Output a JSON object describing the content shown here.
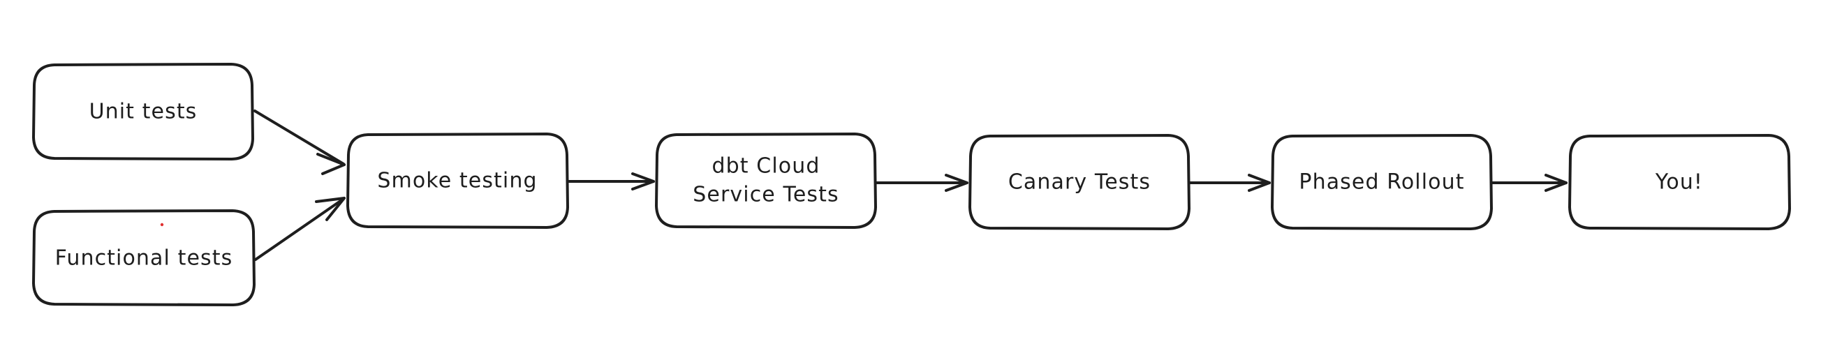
{
  "diagram": {
    "title": "Testing and release pipeline flow",
    "background_color": "#ffffff",
    "stroke_color": "#1e1e1e",
    "accent_color": "#e03131",
    "style": "hand-drawn rounded rectangles with arrows",
    "nodes": [
      {
        "id": "unit-tests",
        "label": "Unit tests",
        "line1": "Unit tests",
        "line2": ""
      },
      {
        "id": "functional-tests",
        "label": "Functional tests",
        "line1": "Functional tests",
        "line2": ""
      },
      {
        "id": "smoke-testing",
        "label": "Smoke testing",
        "line1": "Smoke testing",
        "line2": ""
      },
      {
        "id": "dbt-cloud-service-tests",
        "label": "dbt Cloud Service Tests",
        "line1": "dbt Cloud",
        "line2": "Service Tests"
      },
      {
        "id": "canary-tests",
        "label": "Canary Tests",
        "line1": "Canary Tests",
        "line2": ""
      },
      {
        "id": "phased-rollout",
        "label": "Phased Rollout",
        "line1": "Phased Rollout",
        "line2": ""
      },
      {
        "id": "you",
        "label": "You!",
        "line1": "You!",
        "line2": ""
      }
    ],
    "edges": [
      {
        "id": "unit-to-smoke",
        "from": "unit-tests",
        "to": "smoke-testing"
      },
      {
        "id": "functional-to-smoke",
        "from": "functional-tests",
        "to": "smoke-testing"
      },
      {
        "id": "smoke-to-dbt",
        "from": "smoke-testing",
        "to": "dbt-cloud-service-tests"
      },
      {
        "id": "dbt-to-canary",
        "from": "dbt-cloud-service-tests",
        "to": "canary-tests"
      },
      {
        "id": "canary-to-phased",
        "from": "canary-tests",
        "to": "phased-rollout"
      },
      {
        "id": "phased-to-you",
        "from": "phased-rollout",
        "to": "you"
      }
    ]
  }
}
